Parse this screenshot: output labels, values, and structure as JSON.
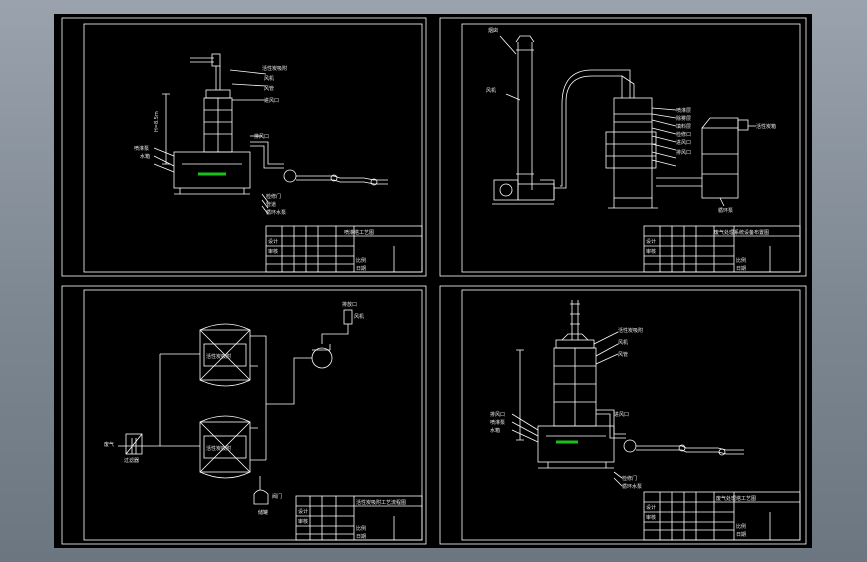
{
  "viewer": {
    "background_color": "#8a939c",
    "canvas_color": "#000000",
    "line_color": "#ffffff",
    "highlight_color": "#16c21a"
  },
  "sheets": [
    {
      "id": "top-left",
      "callouts": [
        "活性炭吸附",
        "风机",
        "风管",
        "进风口",
        "排风口",
        "喷淋泵",
        "水箱",
        "检修门",
        "管道",
        "循环水泵"
      ],
      "dimension": "H=8.5m",
      "titleblock": {
        "title": "喷淋塔工艺图",
        "rows": [
          "设计",
          "审核",
          "比例",
          "日期"
        ]
      }
    },
    {
      "id": "top-right",
      "callouts": [
        "烟囱",
        "风机",
        "喷淋层",
        "除雾层",
        "填料层",
        "检修口",
        "进风口",
        "排风口",
        "活性炭箱",
        "循环泵"
      ],
      "titleblock": {
        "title": "废气处理系统设备布置图",
        "rows": [
          "设计",
          "审核",
          "比例",
          "日期"
        ]
      }
    },
    {
      "id": "bottom-left",
      "callouts": [
        "活性炭吸附",
        "活性炭吸附",
        "排放口",
        "风机",
        "废气",
        "过滤器",
        "储罐",
        "阀门"
      ],
      "titleblock": {
        "title": "活性炭吸附工艺流程图",
        "rows": [
          "设计",
          "审核",
          "比例",
          "日期"
        ]
      }
    },
    {
      "id": "bottom-right",
      "callouts": [
        "活性炭吸附",
        "风机",
        "风管",
        "进风口",
        "排风口",
        "喷淋泵",
        "水箱",
        "检修门",
        "循环水泵"
      ],
      "titleblock": {
        "title": "废气处理塔工艺图",
        "rows": [
          "设计",
          "审核",
          "比例",
          "日期"
        ]
      }
    }
  ]
}
